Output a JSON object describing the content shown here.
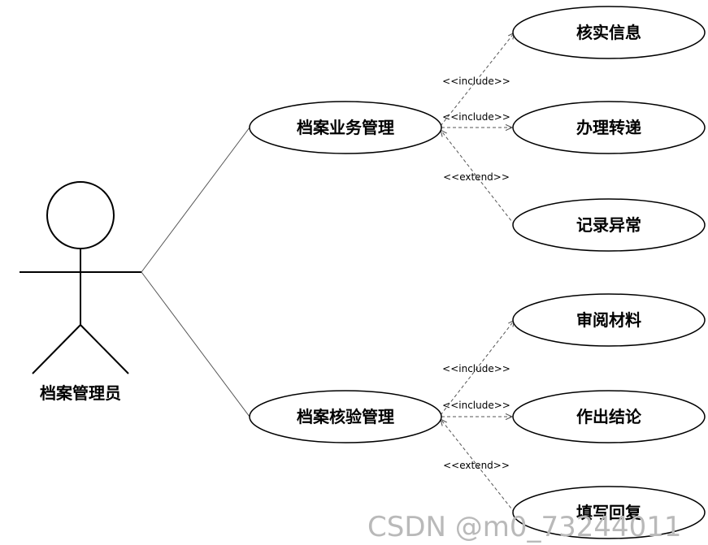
{
  "actor": {
    "label": "档案管理员"
  },
  "use_cases": {
    "business_mgmt": "档案业务管理",
    "verify_mgmt": "档案核验管理",
    "check_info": "核实信息",
    "handle_transfer": "办理转递",
    "record_exception": "记录异常",
    "review_materials": "审阅材料",
    "make_conclusion": "作出结论",
    "fill_reply": "填写回复"
  },
  "relations": {
    "include": "<<include>>",
    "extend": "<<extend>>"
  },
  "watermark": "CSDN @m0_73244011",
  "colors": {
    "line": "#000000",
    "dashed": "#555555",
    "watermark": "#b9b9b9"
  }
}
